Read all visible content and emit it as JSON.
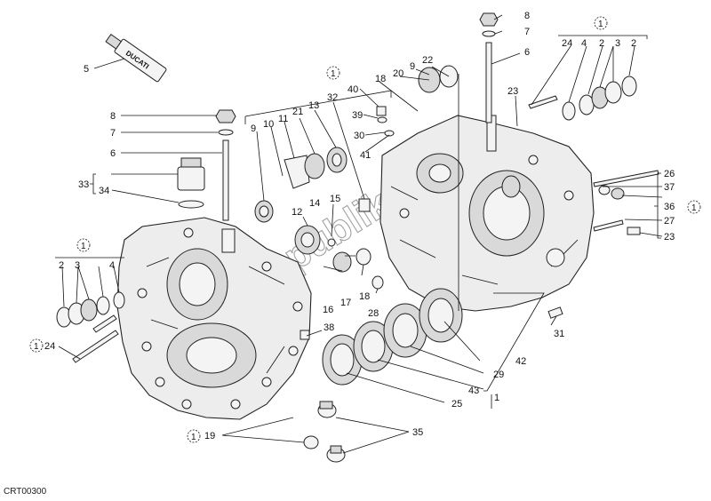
{
  "diagram": {
    "ref_code": "CRT00300",
    "watermark": "partsrepublik",
    "tube_label": "DUCATI",
    "group_marker": "1",
    "callouts": [
      {
        "id": "c5",
        "text": "5"
      },
      {
        "id": "c8a",
        "text": "8"
      },
      {
        "id": "c7a",
        "text": "7"
      },
      {
        "id": "c6a",
        "text": "6"
      },
      {
        "id": "c33",
        "text": "33"
      },
      {
        "id": "c34",
        "text": "34"
      },
      {
        "id": "c2a",
        "text": "2"
      },
      {
        "id": "c3a",
        "text": "3"
      },
      {
        "id": "c4a",
        "text": "4"
      },
      {
        "id": "c24a",
        "text": "24"
      },
      {
        "id": "c9a",
        "text": "9"
      },
      {
        "id": "c10",
        "text": "10"
      },
      {
        "id": "c11",
        "text": "11"
      },
      {
        "id": "c21",
        "text": "21"
      },
      {
        "id": "c13",
        "text": "13"
      },
      {
        "id": "c32",
        "text": "32"
      },
      {
        "id": "c40",
        "text": "40"
      },
      {
        "id": "c39",
        "text": "39"
      },
      {
        "id": "c30",
        "text": "30"
      },
      {
        "id": "c41",
        "text": "41"
      },
      {
        "id": "c18a",
        "text": "18"
      },
      {
        "id": "c20",
        "text": "20"
      },
      {
        "id": "c9b",
        "text": "9"
      },
      {
        "id": "c22",
        "text": "22"
      },
      {
        "id": "c8b",
        "text": "8"
      },
      {
        "id": "c7b",
        "text": "7"
      },
      {
        "id": "c6b",
        "text": "6"
      },
      {
        "id": "c24b",
        "text": "24"
      },
      {
        "id": "c4b",
        "text": "4"
      },
      {
        "id": "c2b",
        "text": "2"
      },
      {
        "id": "c3b",
        "text": "3"
      },
      {
        "id": "c2c",
        "text": "2"
      },
      {
        "id": "c23a",
        "text": "23"
      },
      {
        "id": "c26",
        "text": "26"
      },
      {
        "id": "c37",
        "text": "37"
      },
      {
        "id": "c36",
        "text": "36"
      },
      {
        "id": "c27",
        "text": "27"
      },
      {
        "id": "c23b",
        "text": "23"
      },
      {
        "id": "c12",
        "text": "12"
      },
      {
        "id": "c14",
        "text": "14"
      },
      {
        "id": "c15",
        "text": "15"
      },
      {
        "id": "c16",
        "text": "16"
      },
      {
        "id": "c17",
        "text": "17"
      },
      {
        "id": "c18b",
        "text": "18"
      },
      {
        "id": "c28",
        "text": "28"
      },
      {
        "id": "c38",
        "text": "38"
      },
      {
        "id": "c31",
        "text": "31"
      },
      {
        "id": "c42",
        "text": "42"
      },
      {
        "id": "c29",
        "text": "29"
      },
      {
        "id": "c43",
        "text": "43"
      },
      {
        "id": "c25",
        "text": "25"
      },
      {
        "id": "c1",
        "text": "1"
      },
      {
        "id": "c19",
        "text": "19"
      },
      {
        "id": "c35",
        "text": "35"
      }
    ]
  }
}
